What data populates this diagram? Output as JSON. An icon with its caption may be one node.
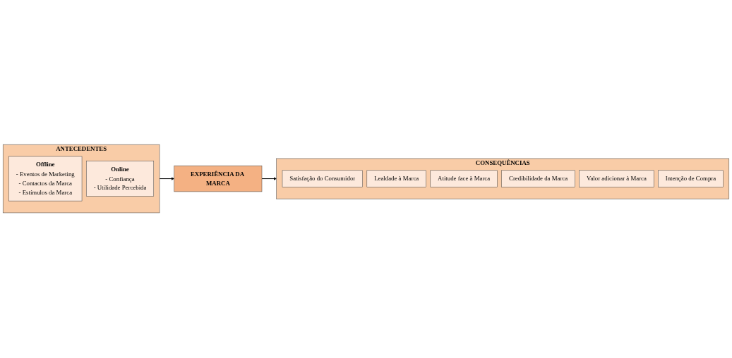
{
  "diagram": {
    "nodes": [
      {
        "text": [
          "ANTECEDENTES"
        ]
      },
      {
        "text": [
          "Offline",
          "- Eventos de Marketing",
          "- Contactos da Marca",
          "- Estímulos da Marca"
        ],
        "in": 0
      },
      {
        "text": [
          "Online",
          "- Confiança",
          "- Utilidade Percebida"
        ],
        "in": 0
      },
      {
        "text": [
          "EXPERIÊNCIA DA MARCA"
        ]
      },
      {
        "text": [
          "CONSEQUÊNCIAS"
        ]
      },
      {
        "text": [
          "Satisfação do Consumidor"
        ],
        "in": 4
      },
      {
        "text": [
          "Lealdade à Marca"
        ],
        "in": 4
      },
      {
        "text": [
          "Atitude face à Marca"
        ],
        "in": 4
      },
      {
        "text": [
          "Credibilidade da Marca"
        ],
        "in": 4
      },
      {
        "text": [
          "Valor adicionar à Marca"
        ],
        "in": 4
      },
      {
        "text": [
          "Intenção de Compra"
        ],
        "in": 4
      }
    ],
    "edges": [
      {
        "from": 0,
        "to": 3,
        "arrow": "to"
      },
      {
        "from": 3,
        "to": 4,
        "arrow": "to"
      }
    ]
  }
}
